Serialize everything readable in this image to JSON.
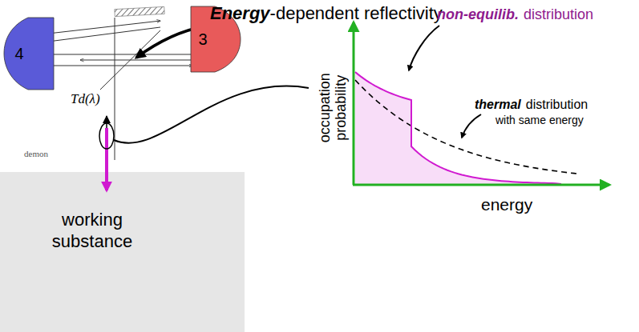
{
  "diagram": {
    "nodes": [
      {
        "text": [
          "4"
        ]
      },
      {
        "text": [
          "3"
        ]
      },
      {
        "text": [
          "working substance"
        ]
      }
    ],
    "labels": [
      "Energy",
      "-dependent reflectivity",
      "Td(λ)",
      "demon",
      "occupation probability",
      "energy",
      "non-equilib.",
      "distribution",
      "thermal",
      "distribution",
      "with same energy"
    ]
  }
}
